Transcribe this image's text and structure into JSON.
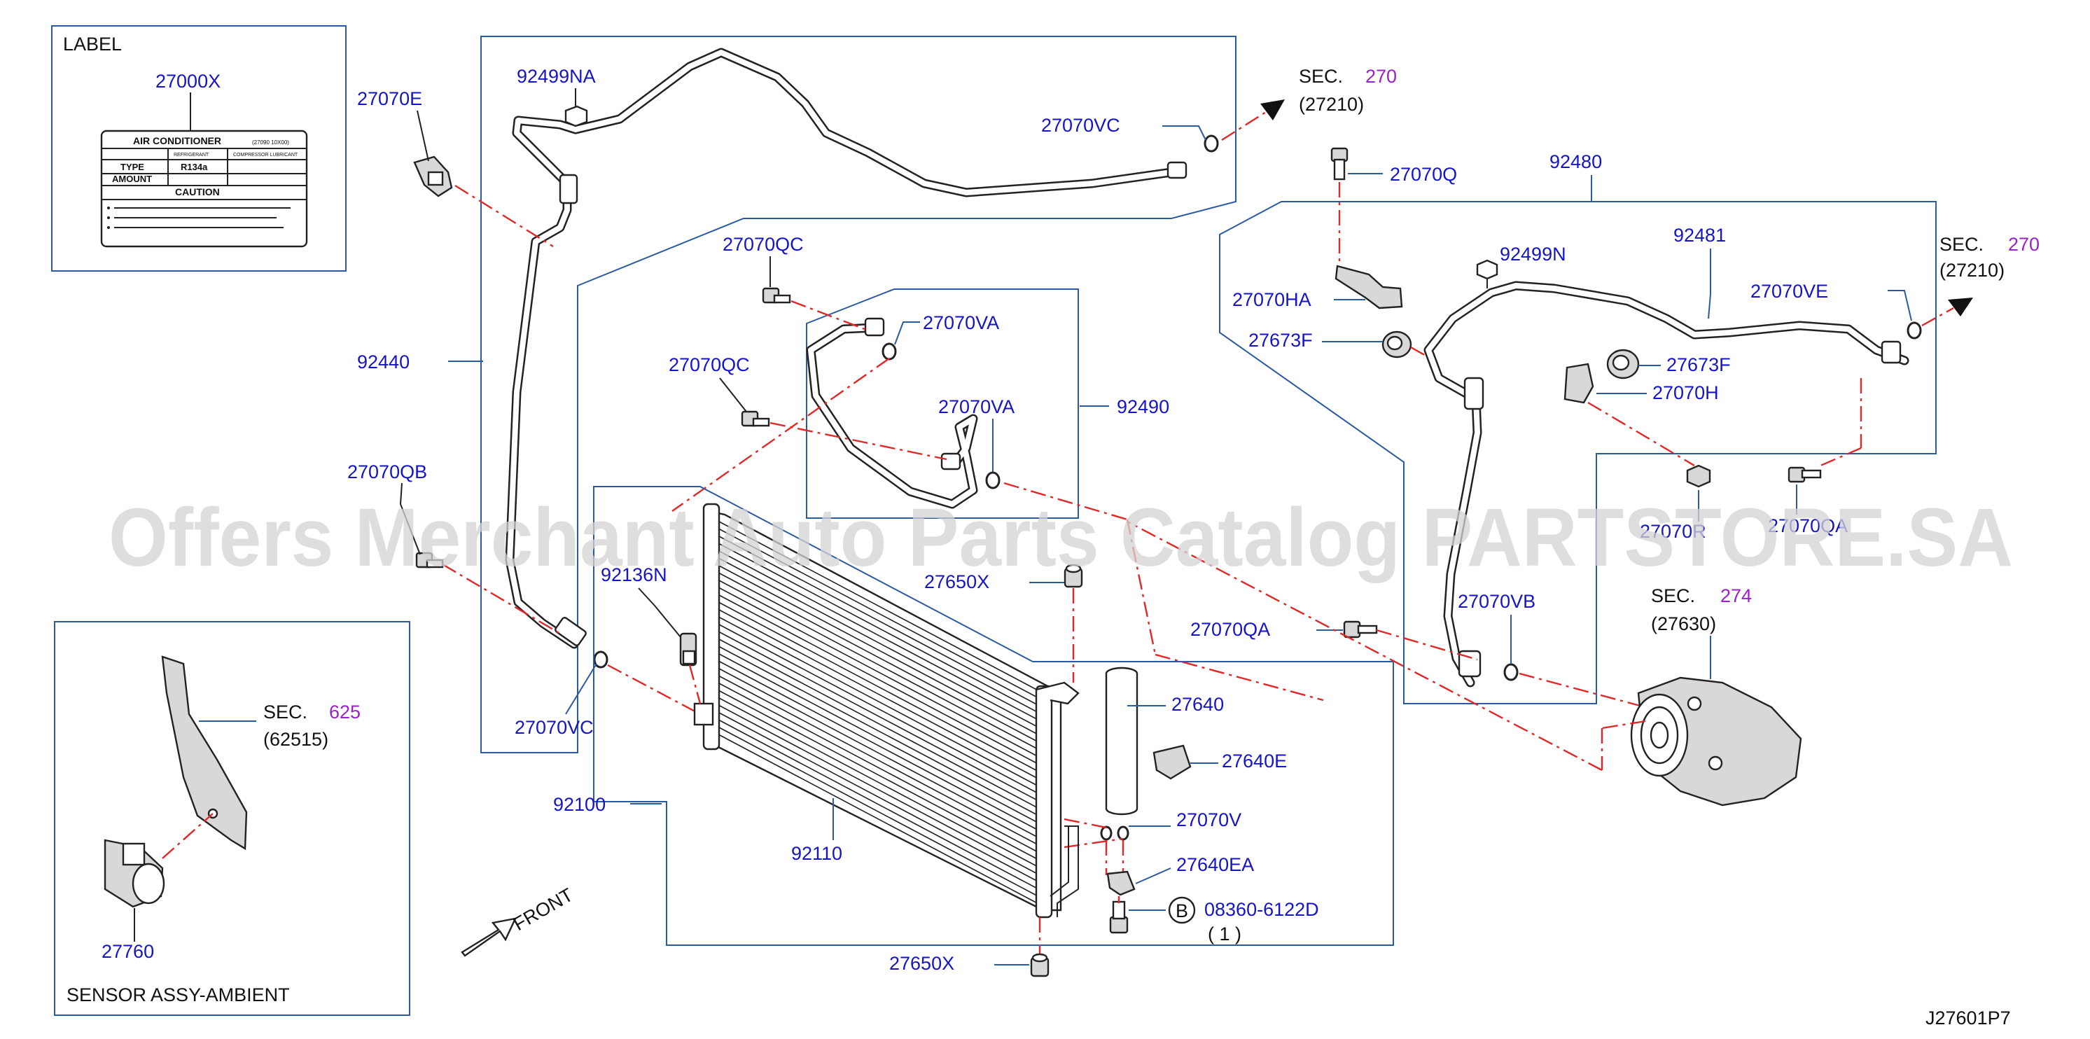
{
  "watermark": "Offers Merchant Auto Parts Catalog PARTSTORE.SA",
  "diagram_code": "J27601P7",
  "label_box": {
    "title": "LABEL",
    "part_no": "27000X",
    "sticker_title": "AIR CONDITIONER",
    "sticker_code": "(27090 10X00)",
    "col_refrigerant": "REFRIGERANT",
    "col_lubricant": "COMPRESSOR LUBRICANT",
    "row_type": "TYPE",
    "row_amount": "AMOUNT",
    "refrigerant_value": "R134a",
    "caution": "CAUTION"
  },
  "sensor_box": {
    "title": "SENSOR   ASSY-AMBIENT",
    "part_no": "27760",
    "sec_label": "SEC.",
    "sec_no": "625",
    "sec_ref": "(62515)"
  },
  "front_label": "FRONT",
  "section_refs": [
    {
      "sec": "SEC.",
      "no": "270",
      "ref": "(27210)"
    },
    {
      "sec": "SEC.",
      "no": "270",
      "ref": "(27210)"
    },
    {
      "sec": "SEC.",
      "no": "274",
      "ref": "(27630)"
    }
  ],
  "bolt_ref": {
    "circle": "B",
    "part": "08360-6122D",
    "qty": "( 1 )"
  },
  "part_labels": [
    "27070E",
    "92499NA",
    "27070VC",
    "92440",
    "27070QC",
    "27070VA",
    "27070QC",
    "27070VA",
    "92490",
    "27070QB",
    "92136N",
    "27650X",
    "27070VC",
    "92100",
    "92110",
    "27640",
    "27640E",
    "27070V",
    "27640EA",
    "27650X",
    "27070QA",
    "27070Q",
    "92480",
    "92499N",
    "92481",
    "27070VE",
    "27070HA",
    "27673F",
    "27673F",
    "27070H",
    "27070R",
    "27070QA",
    "27070VB"
  ]
}
